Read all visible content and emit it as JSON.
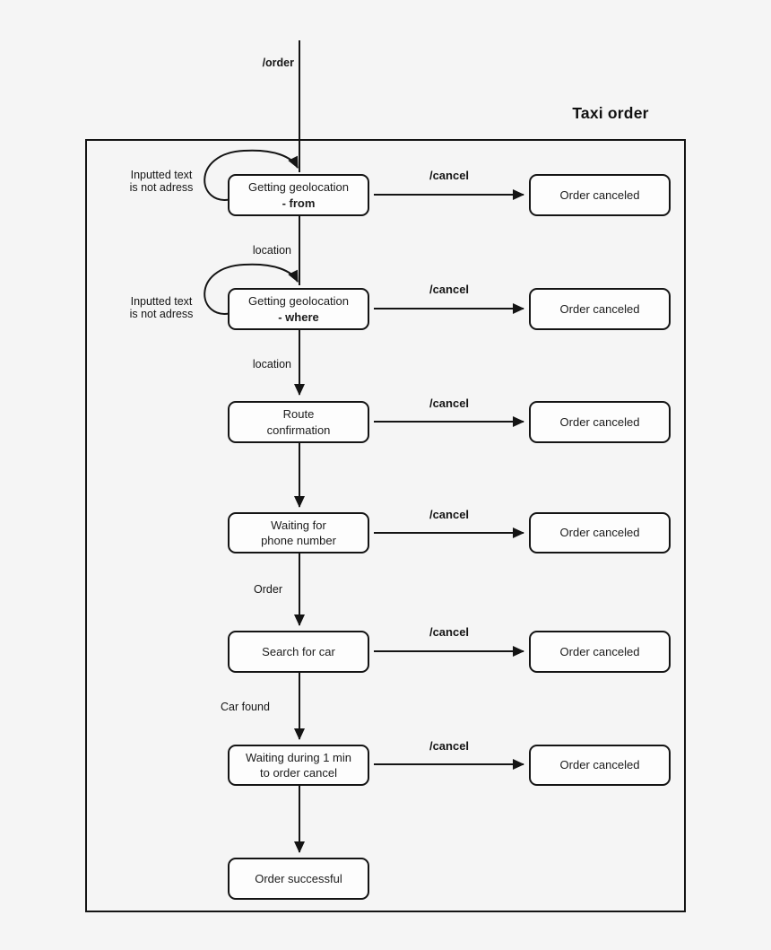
{
  "title": "Taxi order",
  "entry": {
    "label": "/order"
  },
  "loop_note": {
    "line1": "Inputted text",
    "line2": "is not adress"
  },
  "cancel": {
    "arrow_label": "/cancel",
    "target_label": "Order canceled"
  },
  "states": [
    {
      "name": "getting-geolocation-from",
      "line1": "Getting geolocation",
      "line2": "- from"
    },
    {
      "name": "getting-geolocation-where",
      "line1": "Getting geolocation",
      "line2": "- where"
    },
    {
      "name": "route-confirmation",
      "line1": "Route",
      "line2": "confirmation"
    },
    {
      "name": "waiting-for-phone-number",
      "line1": "Waiting for",
      "line2": "phone number"
    },
    {
      "name": "search-for-car",
      "line1": "Search for car",
      "line2": ""
    },
    {
      "name": "waiting-1-min-cancel",
      "line1": "Waiting during 1 min",
      "line2": "to order cancel"
    },
    {
      "name": "order-successful",
      "line1": "Order successful",
      "line2": ""
    }
  ],
  "transitions": {
    "from_to_where": "location",
    "where_to_route": "location",
    "phone_to_search": "Order",
    "search_to_wait": "Car found"
  },
  "colors": {
    "background": "#f5f5f5",
    "box_fill": "#fdfdfd",
    "stroke": "#141414"
  }
}
